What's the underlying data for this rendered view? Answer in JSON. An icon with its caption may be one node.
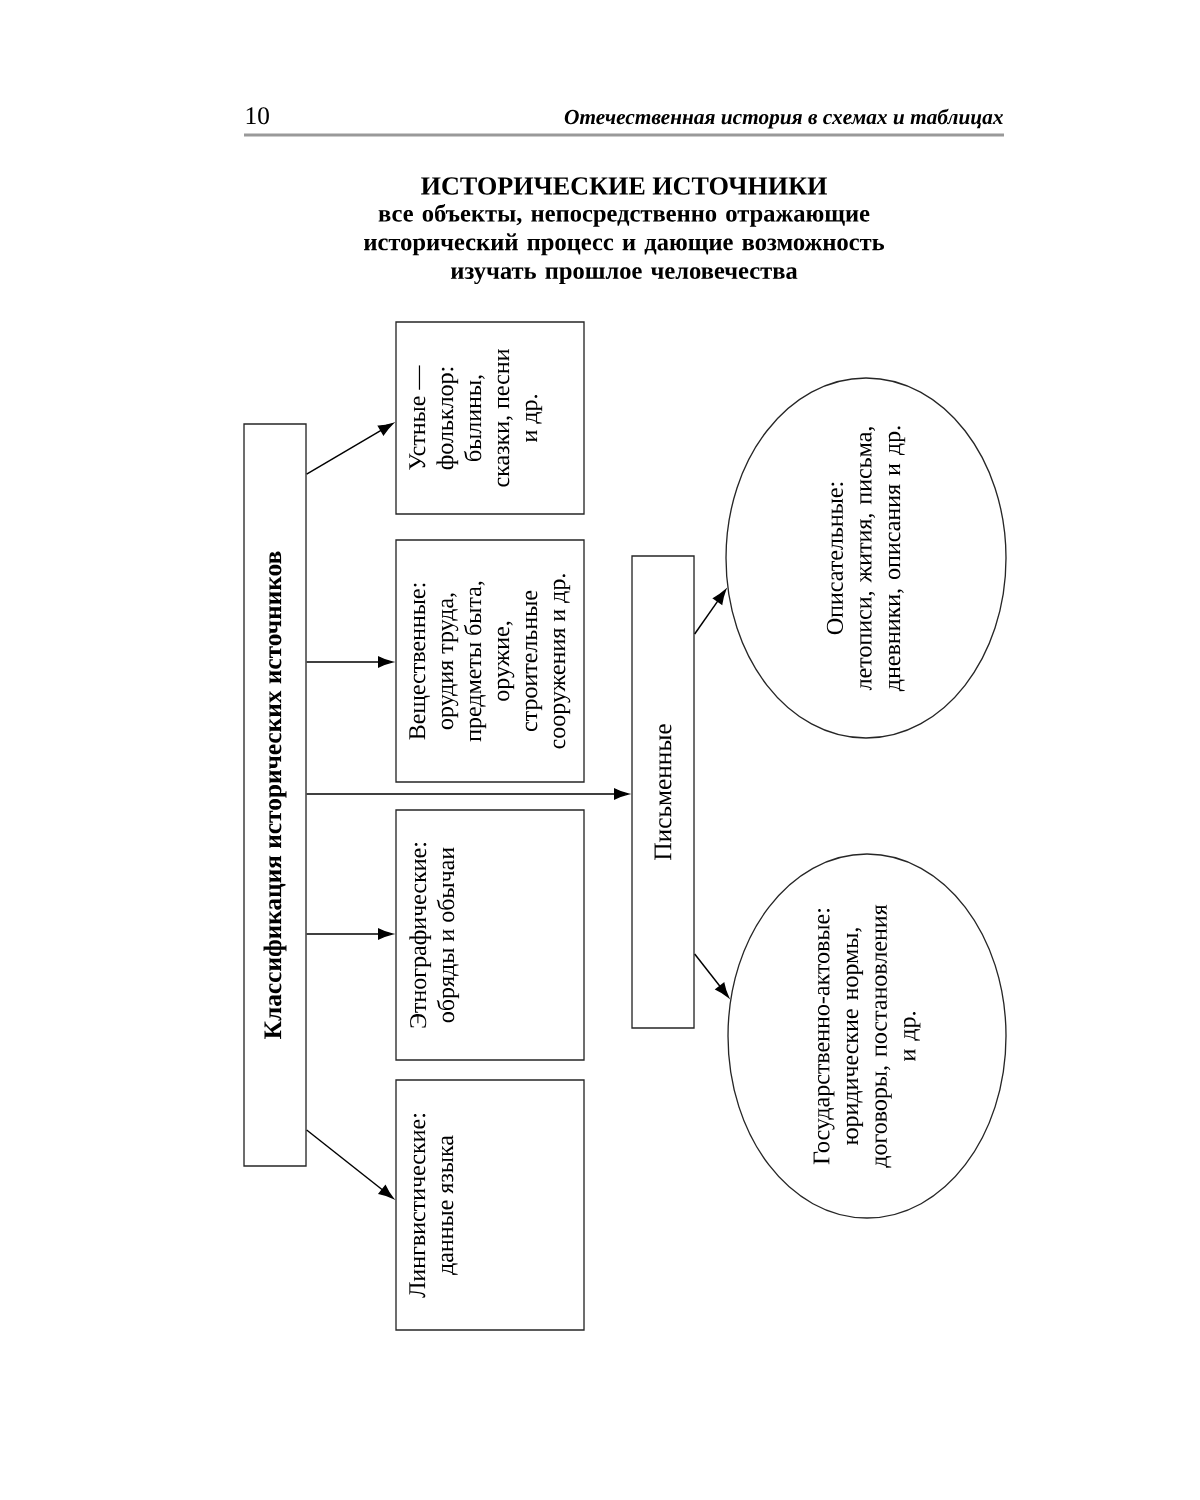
{
  "diagram": {
    "title": "ИСТОРИЧЕСКИЕ ИСТОЧНИКИ",
    "nodes": [
      {
        "text": [
          "Классификация исторических источников"
        ]
      },
      {
        "text": [
          "Устные — фольклор: былины, сказки, песни и др."
        ]
      },
      {
        "text": [
          "Вещественные: орудия труда, предметы быта, оружие, строительные сооружения и др."
        ]
      },
      {
        "text": [
          "Этнографические: обряды и обычаи"
        ]
      },
      {
        "text": [
          "Лингвистические: данные языка"
        ]
      },
      {
        "text": [
          "Письменные"
        ]
      },
      {
        "text": [
          "Описательные: летописи, жития, письма, дневники, описания и др."
        ]
      },
      {
        "text": [
          "Государственно-актовые: юридические нормы, договоры, постановления и др."
        ]
      }
    ],
    "edges": [
      {
        "from": 0,
        "to": 1,
        "arrow": "to"
      },
      {
        "from": 0,
        "to": 2,
        "arrow": "to"
      },
      {
        "from": 0,
        "to": 5,
        "arrow": "to"
      },
      {
        "from": 0,
        "to": 3,
        "arrow": "to"
      },
      {
        "from": 0,
        "to": 4,
        "arrow": "to"
      },
      {
        "from": 5,
        "to": 6,
        "arrow": "to"
      },
      {
        "from": 5,
        "to": 7,
        "arrow": "to"
      }
    ],
    "labels": [
      "10",
      "Отечественная история в схемах и таблицах",
      "все объекты, непосредственно отражающие исторический процесс и дающие возможность изучать прошлое человечества"
    ]
  }
}
